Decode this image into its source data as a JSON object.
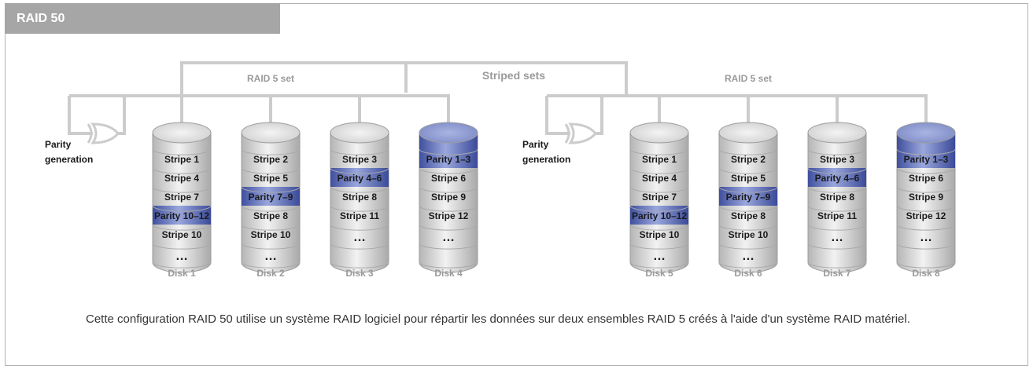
{
  "title": "RAID 50",
  "striped_sets_label": "Striped sets",
  "caption": "Cette configuration RAID 50 utilise un système RAID logiciel pour répartir les données sur deux ensembles RAID 5 créés à l'aide d'un système RAID matériel.",
  "colors": {
    "wire": "#cccccc",
    "label_gray": "#9a9a9a",
    "parity_band": "#4a5aa8",
    "parity_top": "#8a98cc",
    "disk_body": "#d6d6d6"
  },
  "sets": [
    {
      "label": "RAID 5 set",
      "parity_label": [
        "Parity",
        "generation"
      ],
      "disks": [
        {
          "name": "Disk 1",
          "parity_top": false,
          "rows": [
            "Stripe 1",
            "Stripe 4",
            "Stripe 7",
            "Parity 10–12",
            "Stripe 10",
            "…"
          ],
          "parity_row": 3
        },
        {
          "name": "Disk 2",
          "parity_top": false,
          "rows": [
            "Stripe 2",
            "Stripe 5",
            "Parity 7–9",
            "Stripe 8",
            "Stripe 10",
            "…"
          ],
          "parity_row": 2
        },
        {
          "name": "Disk 3",
          "parity_top": false,
          "rows": [
            "Stripe 3",
            "Parity 4–6",
            "Stripe 8",
            "Stripe 11",
            "…"
          ],
          "parity_row": 1
        },
        {
          "name": "Disk 4",
          "parity_top": true,
          "rows": [
            "Parity 1–3",
            "Stripe 6",
            "Stripe 9",
            "Stripe 12",
            "…"
          ],
          "parity_row": 0
        }
      ]
    },
    {
      "label": "RAID 5 set",
      "parity_label": [
        "Parity",
        "generation"
      ],
      "disks": [
        {
          "name": "Disk 5",
          "parity_top": false,
          "rows": [
            "Stripe 1",
            "Stripe 4",
            "Stripe 7",
            "Parity 10–12",
            "Stripe 10",
            "…"
          ],
          "parity_row": 3
        },
        {
          "name": "Disk 6",
          "parity_top": false,
          "rows": [
            "Stripe 2",
            "Stripe 5",
            "Parity 7–9",
            "Stripe 8",
            "Stripe 10",
            "…"
          ],
          "parity_row": 2
        },
        {
          "name": "Disk 7",
          "parity_top": false,
          "rows": [
            "Stripe 3",
            "Parity 4–6",
            "Stripe 8",
            "Stripe 11",
            "…"
          ],
          "parity_row": 1
        },
        {
          "name": "Disk 8",
          "parity_top": true,
          "rows": [
            "Parity 1–3",
            "Stripe 6",
            "Stripe 9",
            "Stripe 12",
            "…"
          ],
          "parity_row": 0
        }
      ]
    }
  ]
}
